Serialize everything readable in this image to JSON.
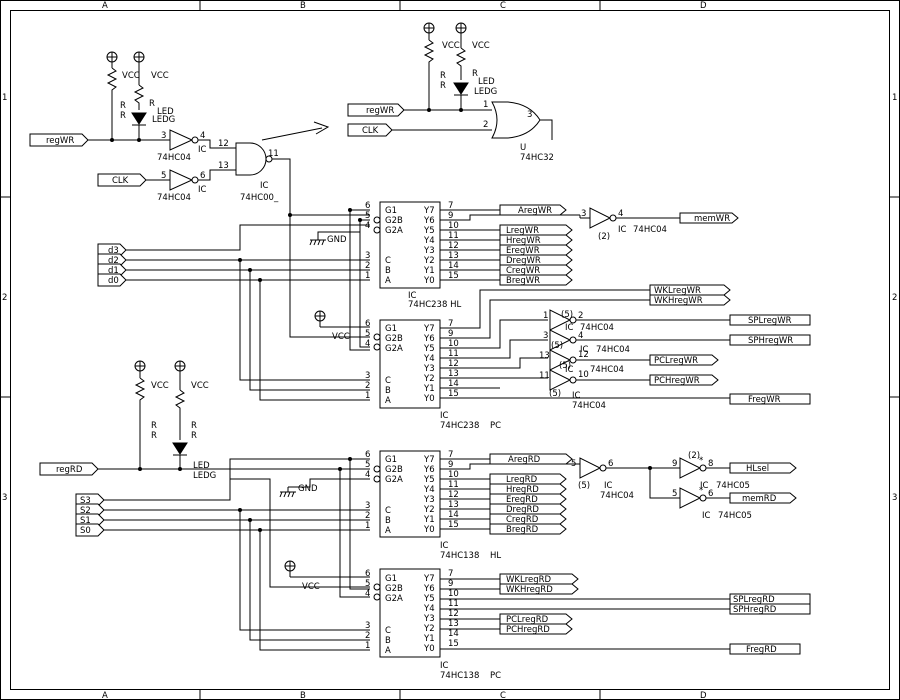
{
  "sheet": {
    "columns": [
      "A",
      "B",
      "C",
      "D"
    ],
    "rows": [
      "1",
      "2",
      "3"
    ]
  },
  "power": {
    "vcc": "VCC",
    "gnd": "GND"
  },
  "parts": {
    "resistor": "R",
    "led_r": "R",
    "led": "LED",
    "ledg": "LEDG",
    "ic": "IC",
    "u": "U",
    "inv": "74HC04",
    "inv_oc": "74HC05",
    "nand": "74HC00_",
    "or": "74HC32",
    "dec_wr_hl": "74HC238 HL",
    "dec_wr_pc": "74HC238",
    "dec_rd_hl": "74HC138",
    "dec_rd_pc": "74HC138",
    "hl": "HL",
    "pc": "PC"
  },
  "pins": {
    "g1": "G1",
    "g2b": "G2B",
    "g2a": "G2A",
    "c": "C",
    "b": "B",
    "a": "A",
    "y7": "Y7",
    "y6": "Y6",
    "y5": "Y5",
    "y4": "Y4",
    "y3": "Y3",
    "y2": "Y2",
    "y1": "Y1",
    "y0": "Y0",
    "p1": "1",
    "p2": "2",
    "p3": "3",
    "p4": "4",
    "p5": "5",
    "p6": "6",
    "p7": "7",
    "p8": "8",
    "p9": "9",
    "p10": "10",
    "p11": "11",
    "p12": "12",
    "p13": "13",
    "p14": "14",
    "p15": "15",
    "q2": "(2)",
    "q5": "(5)",
    "star": "*"
  },
  "inputs": {
    "reg_wr": "regWR",
    "clk": "CLK",
    "reg_rd": "regRD",
    "d3": "d3",
    "d2": "d2",
    "d1": "d1",
    "d0": "d0",
    "s3": "S3",
    "s2": "S2",
    "s1": "S1",
    "s0": "S0"
  },
  "outputs": {
    "areg_wr": "AregWR",
    "lreg_wr": "LregWR",
    "hreg_wr": "HregWR",
    "ereg_wr": "EregWR",
    "dreg_wr": "DregWR",
    "creg_wr": "CregWR",
    "breg_wr": "BregWR",
    "mem_wr": "memWR",
    "wkl_reg_wr": "WKLregWR",
    "wkh_reg_wr": "WKHregWR",
    "spl_reg_wr": "SPLregWR",
    "sph_reg_wr": "SPHregWR",
    "pcl_reg_wr": "PCLregWR",
    "pch_reg_wr": "PCHregWR",
    "freg_wr": "FregWR",
    "areg_rd": "AregRD",
    "lreg_rd": "LregRD",
    "hreg_rd": "HregRD",
    "ereg_rd": "EregRD",
    "dreg_rd": "DregRD",
    "creg_rd": "CregRD",
    "breg_rd": "BregRD",
    "hl_sel": "HLsel",
    "mem_rd": "memRD",
    "wkl_reg_rd": "WKLregRD",
    "wkh_reg_rd": "WKHregRD",
    "spl_reg_rd": "SPLregRD",
    "sph_reg_rd": "SPHregRD",
    "pcl_reg_rd": "PCLregRD",
    "pch_reg_rd": "PCHregRD",
    "freg_rd": "FregRD"
  }
}
